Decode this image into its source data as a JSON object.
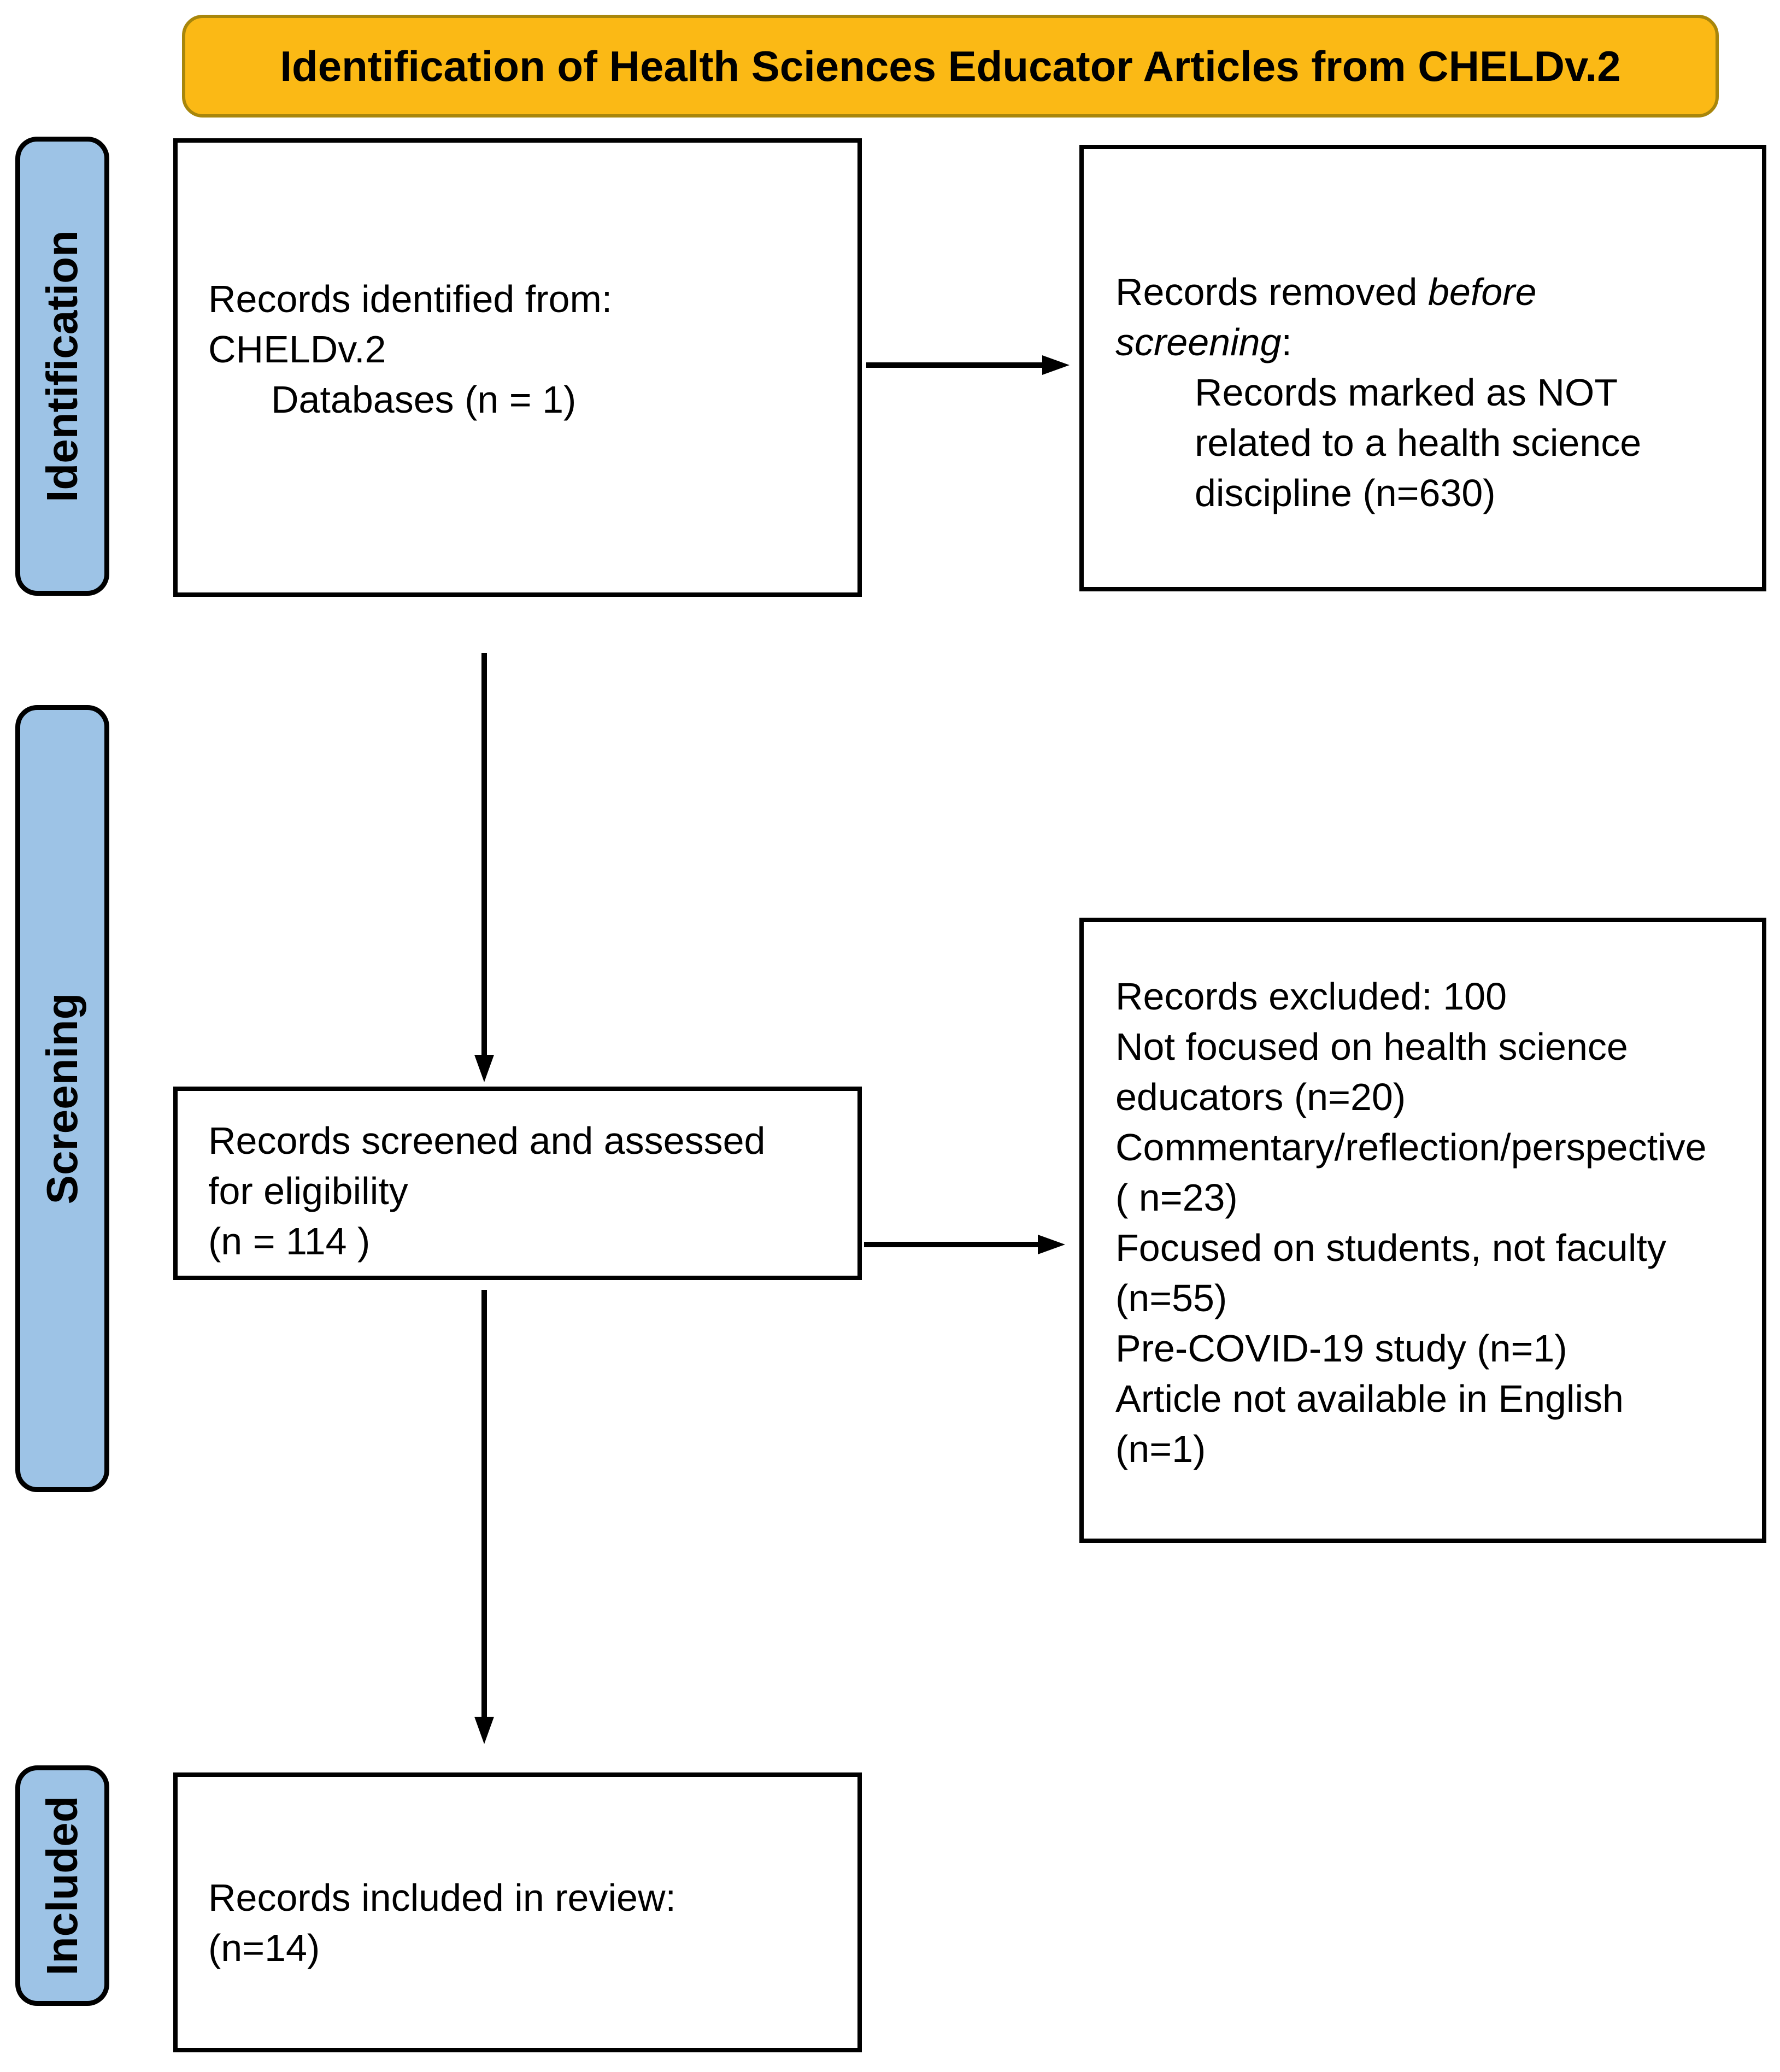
{
  "title": {
    "text": "Identification of Health Sciences Educator Articles from CHELDv.2",
    "bg": "#FBB915",
    "border": "#A8860B"
  },
  "colors": {
    "stage_fill": "#9DC3E6",
    "box_border": "#000000",
    "arrow": "#000000",
    "text": "#000000"
  },
  "stages": [
    {
      "label": "Identification"
    },
    {
      "label": "Screening"
    },
    {
      "label": "Included"
    }
  ],
  "boxes": {
    "identified": {
      "lines": [
        {
          "t": "Records identified from:"
        },
        {
          "t": "CHELDv.2"
        },
        {
          "t": "Databases (n = 1)",
          "indent": true
        }
      ]
    },
    "removed": {
      "lines": [
        {
          "segments": [
            {
              "t": "Records removed "
            },
            {
              "t": "before",
              "i": true
            }
          ]
        },
        {
          "segments": [
            {
              "t": "screening",
              "i": true
            },
            {
              "t": ":"
            }
          ]
        },
        {
          "t": "Records marked as NOT",
          "indent": true
        },
        {
          "t": "related to a health science",
          "indent": true
        },
        {
          "t": "discipline (n=630)",
          "indent": true
        }
      ]
    },
    "screened": {
      "lines": [
        {
          "t": "Records screened and assessed"
        },
        {
          "t": "for eligibility"
        },
        {
          "t": "(n = 114 )"
        }
      ]
    },
    "excluded": {
      "lines": [
        {
          "t": "Records excluded: 100"
        },
        {
          "t": "Not focused on health science"
        },
        {
          "t": "educators (n=20)"
        },
        {
          "t": "Commentary/reflection/perspective"
        },
        {
          "t": "( n=23)"
        },
        {
          "t": "Focused on students, not faculty"
        },
        {
          "t": "(n=55)"
        },
        {
          "t": "Pre-COVID-19 study (n=1)"
        },
        {
          "t": "Article not available in English"
        },
        {
          "t": "(n=1)"
        }
      ]
    },
    "included": {
      "lines": [
        {
          "t": "Records included in review:"
        },
        {
          "t": "(n=14)"
        }
      ]
    }
  }
}
